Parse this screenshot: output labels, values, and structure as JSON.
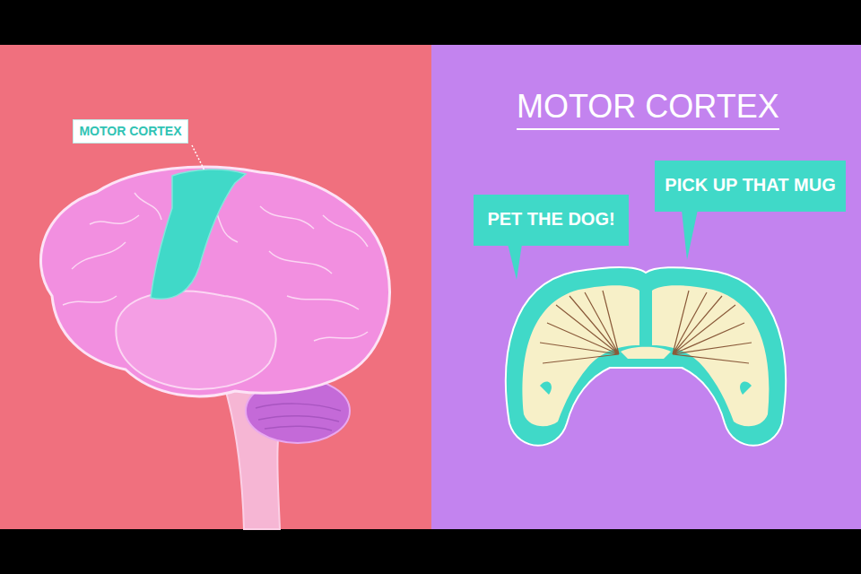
{
  "diagram": {
    "title": "MOTOR CORTEX",
    "nodes": [
      {
        "text": [
          "MOTOR CORTEX"
        ]
      },
      {
        "text": [
          "PET THE DOG!"
        ]
      },
      {
        "text": [
          "PICK UP THAT MUG"
        ]
      }
    ]
  }
}
